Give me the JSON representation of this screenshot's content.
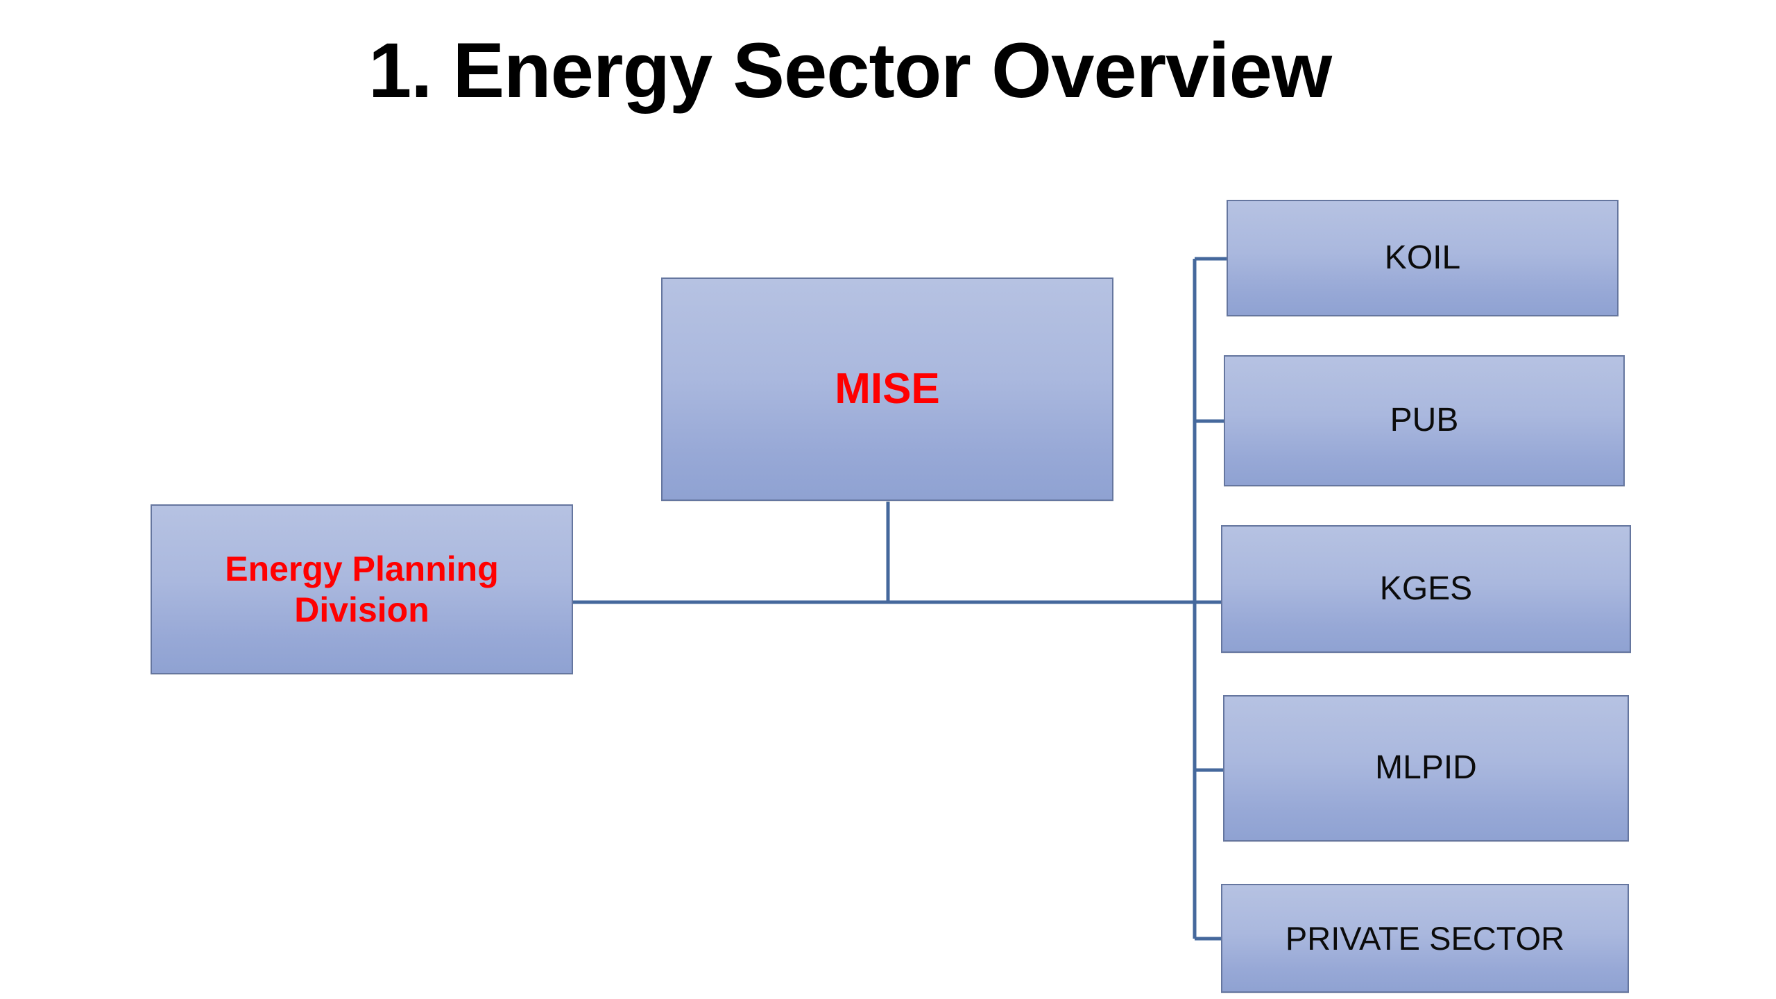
{
  "slide": {
    "title": "1. Energy Sector Overview",
    "background_color": "#ffffff"
  },
  "theme": {
    "box_fill_top": "#b6c2e2",
    "box_fill_bottom": "#8fa2d2",
    "box_border": "#65769f",
    "connector_color": "#45689c",
    "accent_text_color": "#ff0000",
    "plain_text_color": "#0b0b0b",
    "title_text_color": "#000000"
  },
  "diagram": {
    "type": "organizational-chart",
    "nodes": {
      "ministry": {
        "label": "MISE",
        "text_color": "#ff0000",
        "bold": true
      },
      "division": {
        "label": "Energy Planning Division",
        "text_color": "#ff0000",
        "bold": true
      },
      "entities": [
        {
          "id": "koil",
          "label": "KOIL",
          "text_color": "#0b0b0b",
          "bold": false
        },
        {
          "id": "pub",
          "label": "PUB",
          "text_color": "#0b0b0b",
          "bold": false
        },
        {
          "id": "kges",
          "label": "KGES",
          "text_color": "#0b0b0b",
          "bold": false
        },
        {
          "id": "mlpid",
          "label": "MLPID",
          "text_color": "#0b0b0b",
          "bold": false
        },
        {
          "id": "private",
          "label": "PRIVATE SECTOR",
          "text_color": "#0b0b0b",
          "bold": false
        }
      ]
    },
    "connections": [
      {
        "from": "ministry",
        "to": "trunk"
      },
      {
        "from": "division",
        "to": "trunk"
      },
      {
        "from": "trunk",
        "to": "koil"
      },
      {
        "from": "trunk",
        "to": "pub"
      },
      {
        "from": "trunk",
        "to": "kges"
      },
      {
        "from": "trunk",
        "to": "mlpid"
      },
      {
        "from": "trunk",
        "to": "private"
      }
    ]
  }
}
